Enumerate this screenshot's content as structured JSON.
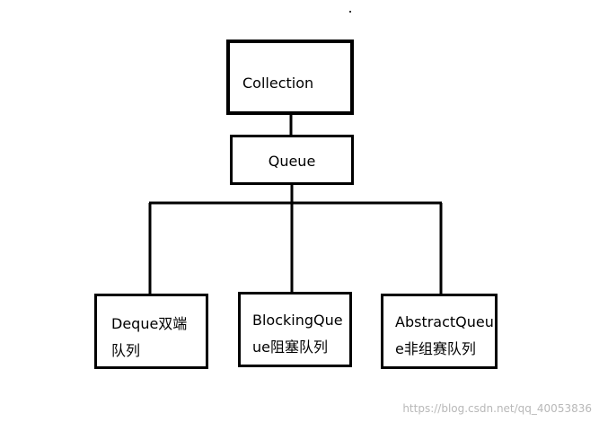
{
  "diagram": {
    "nodes": {
      "collection": {
        "lines": [
          "Collection"
        ]
      },
      "queue": {
        "lines": [
          "Queue"
        ]
      },
      "deque": {
        "lines": [
          "Deque双端",
          "队列"
        ]
      },
      "blocking_queue": {
        "lines": [
          "BlockingQue",
          "ue阻塞队列"
        ]
      },
      "abstract_queue": {
        "lines": [
          "AbstractQueu",
          "e非组赛队列"
        ]
      }
    },
    "edges": [
      {
        "from": "collection",
        "to": "queue"
      },
      {
        "from": "queue",
        "to": "deque"
      },
      {
        "from": "queue",
        "to": "blocking_queue"
      },
      {
        "from": "queue",
        "to": "abstract_queue"
      }
    ],
    "colors": {
      "line": "#000000",
      "background": "#ffffff",
      "watermark": "#b8b8b8"
    }
  },
  "watermark": {
    "text": "https://blog.csdn.net/qq_40053836"
  }
}
